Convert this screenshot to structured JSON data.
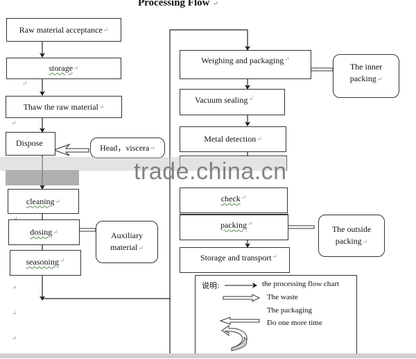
{
  "title": "Processing Flow",
  "paragraph_mark": "↵",
  "left_column": [
    {
      "id": "raw-material-acceptance",
      "label": "Raw material acceptance",
      "spellcheck": false
    },
    {
      "id": "storage",
      "label": "storage",
      "spellcheck": true
    },
    {
      "id": "thaw-raw-material",
      "label": "Thaw the raw material",
      "spellcheck": false
    },
    {
      "id": "dispose",
      "label": "Dispose",
      "spellcheck": false
    },
    {
      "id": "cleaning",
      "label": "cleaning",
      "spellcheck": true
    },
    {
      "id": "dosing",
      "label": "dosing",
      "spellcheck": true
    },
    {
      "id": "seasoning",
      "label": "seasoning",
      "spellcheck": true
    }
  ],
  "right_column": [
    {
      "id": "weighing-packaging",
      "label": "Weighing and packaging",
      "spellcheck": false
    },
    {
      "id": "vacuum-sealing",
      "label": "Vacuum sealing",
      "spellcheck": false
    },
    {
      "id": "metal-detection",
      "label": "Metal detection",
      "spellcheck": false
    },
    {
      "id": "check",
      "label": "check",
      "spellcheck": true
    },
    {
      "id": "packing",
      "label": "packing",
      "spellcheck": true
    },
    {
      "id": "storage-transport",
      "label": "Storage and transport",
      "spellcheck": false
    }
  ],
  "side_inputs": {
    "head_viscera": "Head，viscera",
    "auxiliary_line1": "Auxiliary",
    "auxiliary_line2": "material",
    "inner_line1": "The inner",
    "inner_line2": "packing",
    "outside_line1": "The outside",
    "outside_line2": "packing"
  },
  "legend": {
    "heading": "说明:",
    "items": [
      {
        "arrow": "thin-arrow-right",
        "label": "the processing flow chart"
      },
      {
        "arrow": "hollow-arrow-right",
        "label": "The waste"
      },
      {
        "arrow": "none",
        "label": "The packaging"
      },
      {
        "arrow": "hollow-arrow-left",
        "label": "Do one more time"
      },
      {
        "arrow": "curved-return-arrow",
        "label": ""
      }
    ]
  },
  "watermark": "trade.china.cn"
}
